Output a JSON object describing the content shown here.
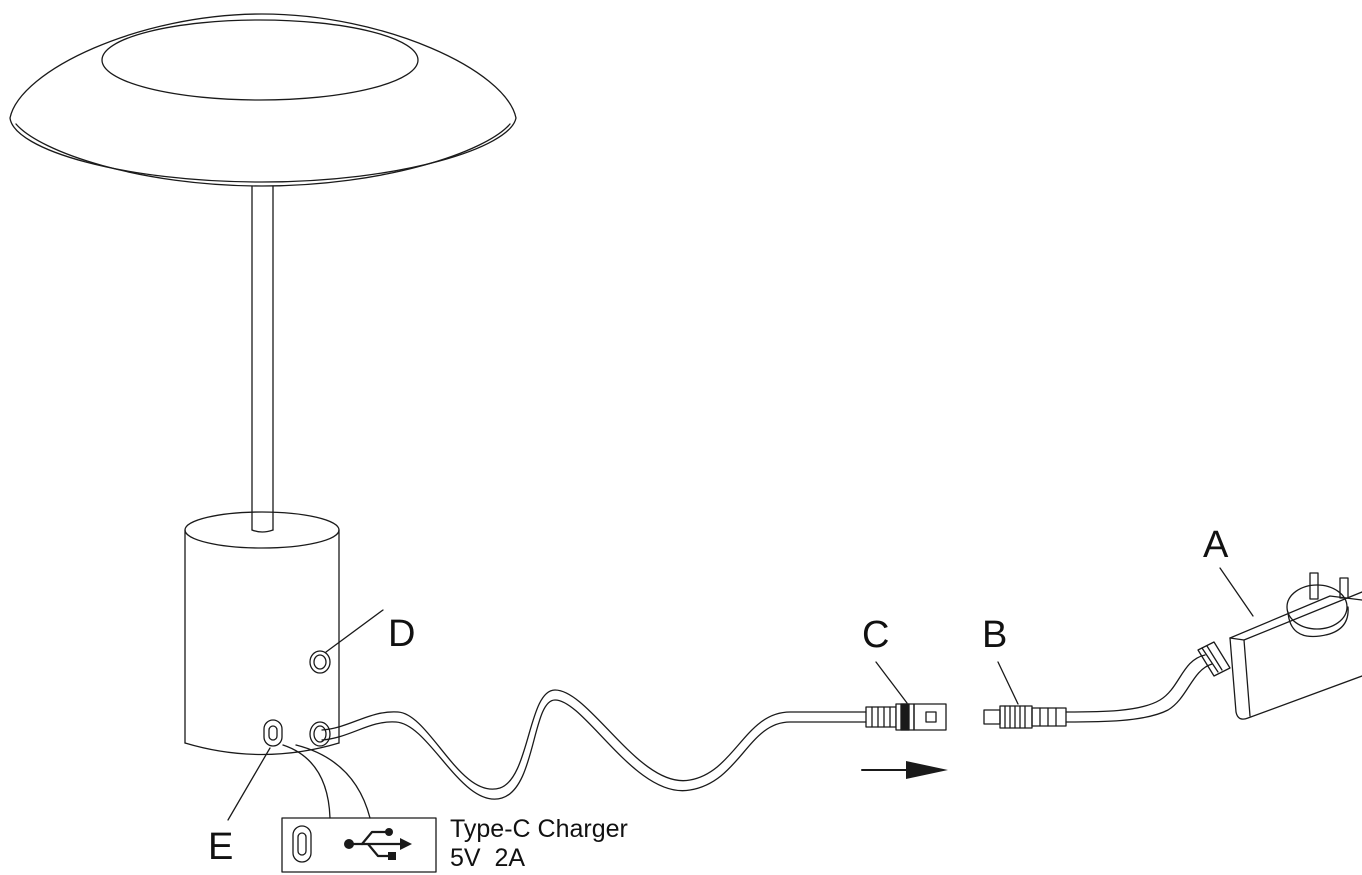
{
  "labels": {
    "a": "A",
    "b": "B",
    "c": "C",
    "d": "D",
    "e": "E"
  },
  "charger_spec": {
    "line1": "Type-C Charger",
    "line2": "5V  2A"
  },
  "icons": [
    "usb-c-port-icon",
    "usb-symbol-icon",
    "direction-arrow-icon"
  ],
  "colors": {
    "line": "#1a1a1a",
    "background": "#ffffff"
  }
}
